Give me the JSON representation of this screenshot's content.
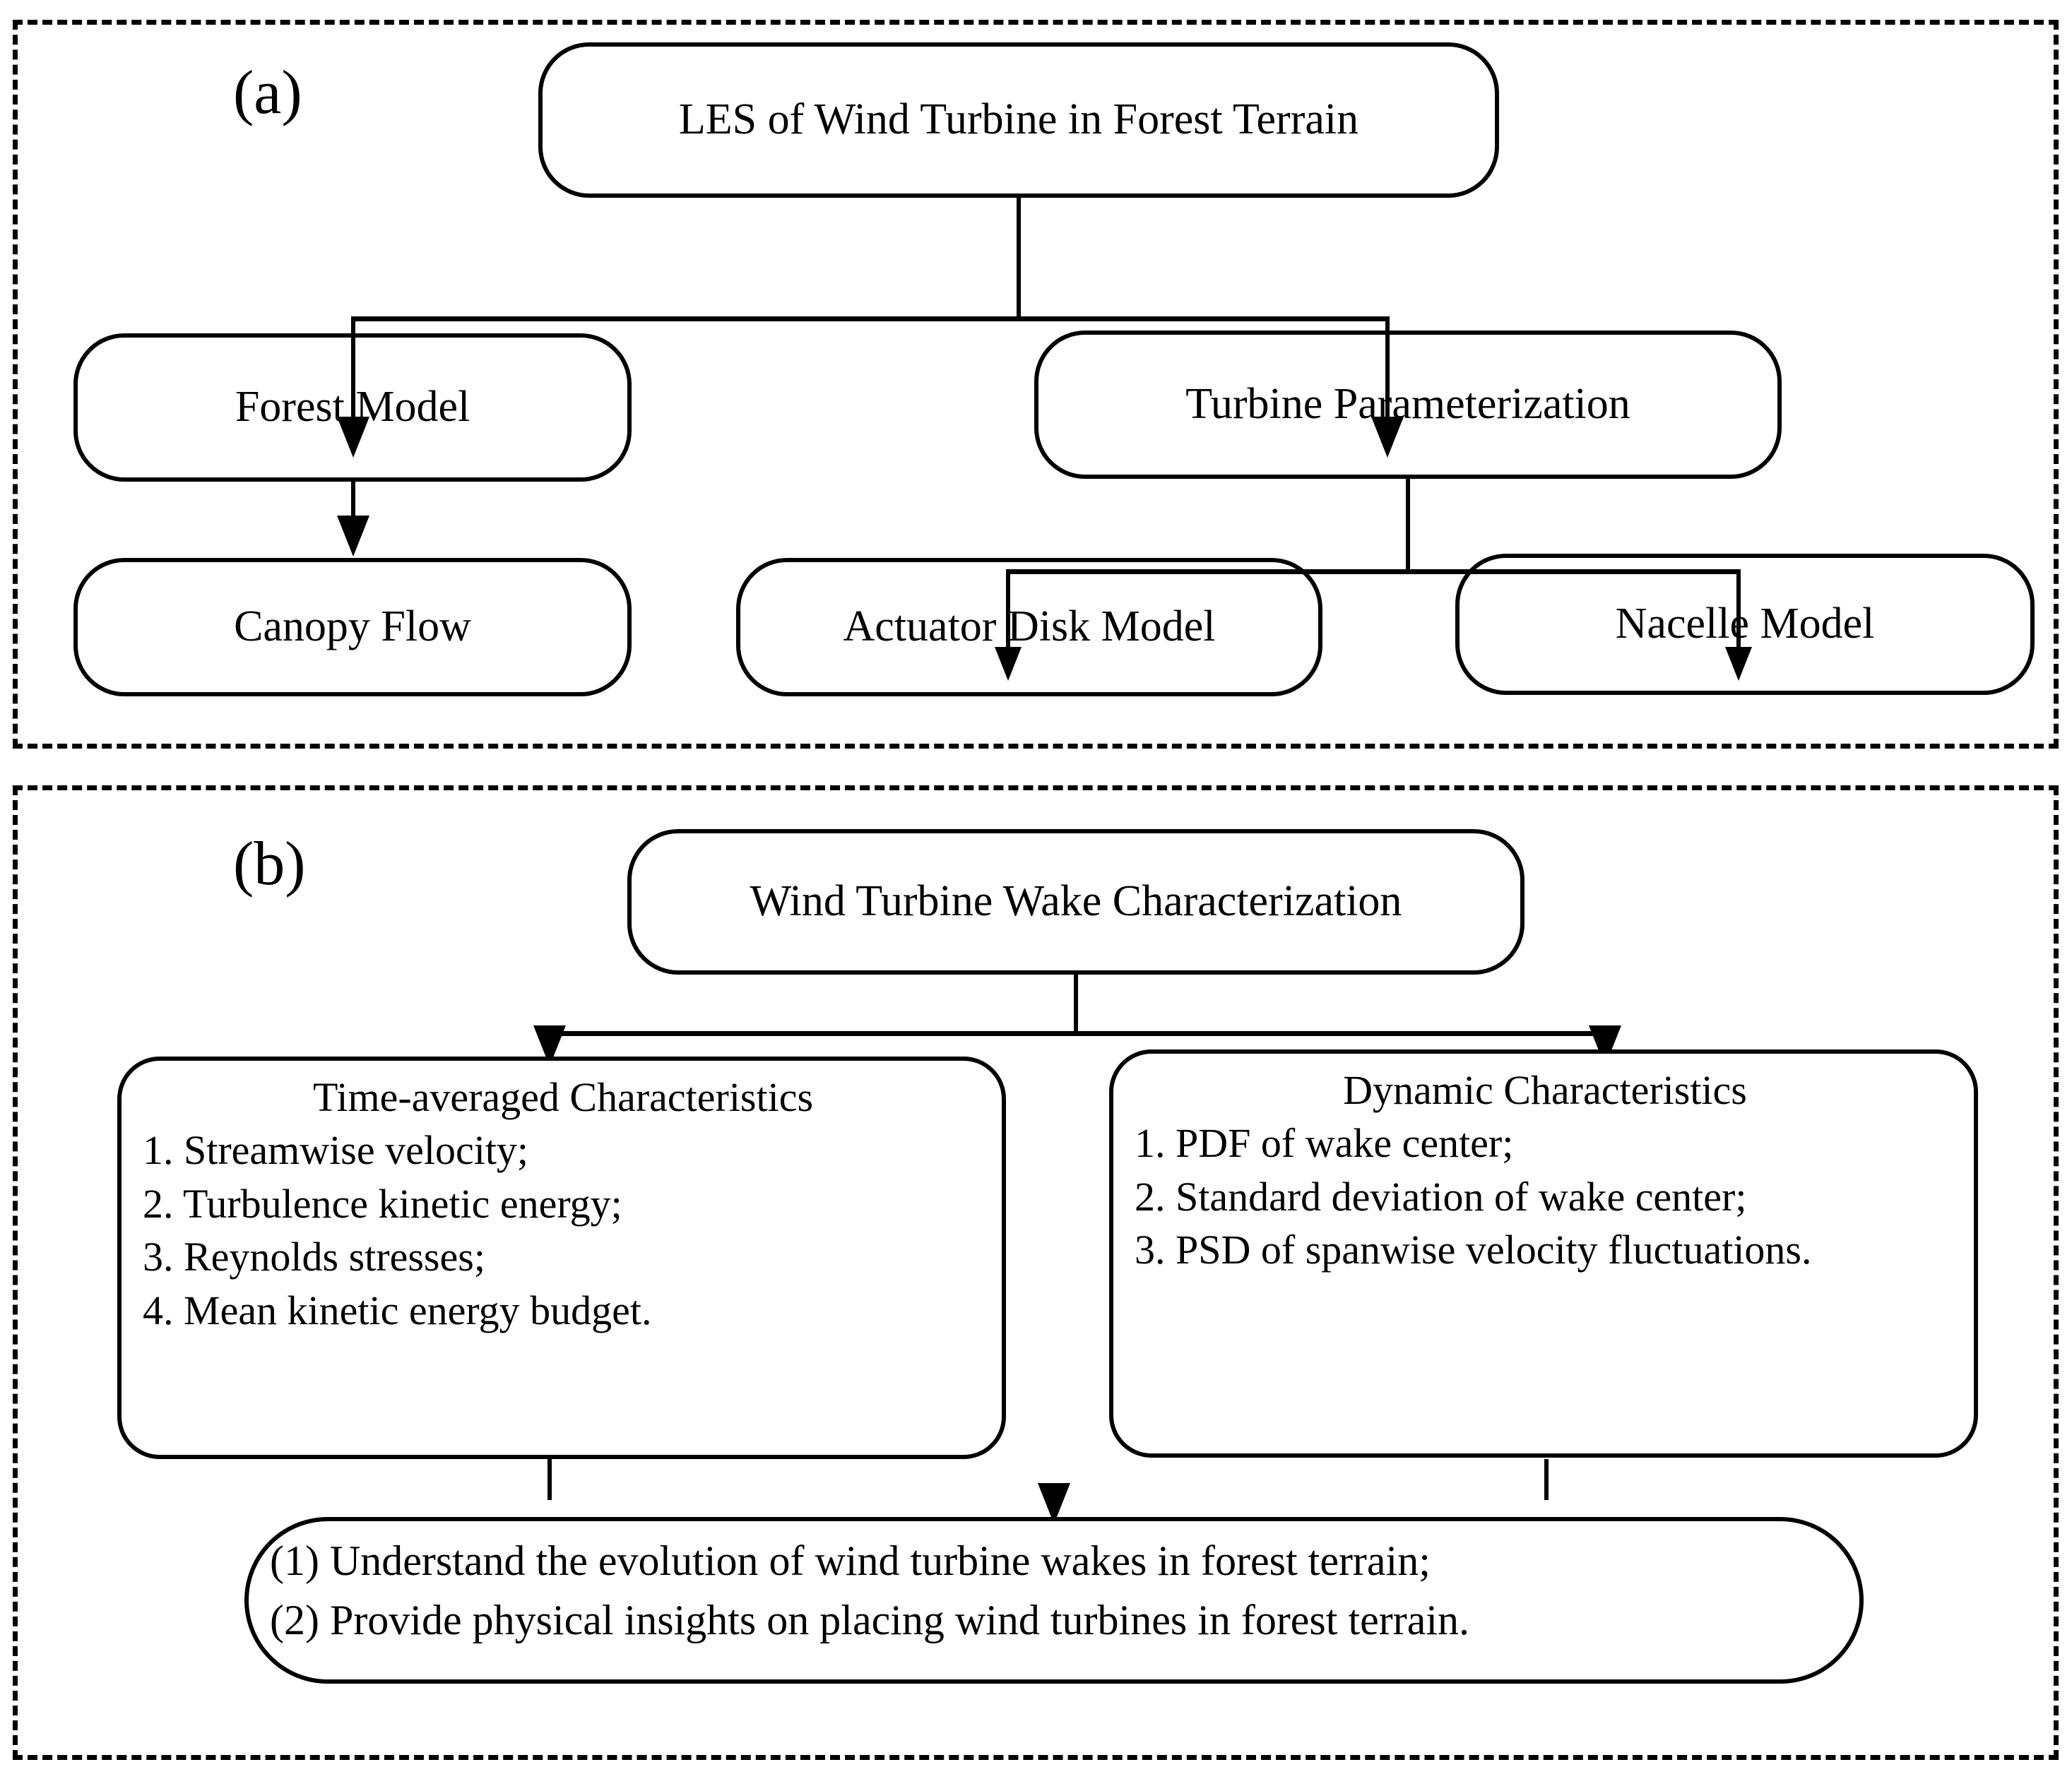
{
  "figure": {
    "type": "flowchart",
    "panels": [
      {
        "id": "a",
        "label": "(a)",
        "root": "LES of Wind Turbine in Forest Terrain",
        "nodes": {
          "les": "LES of Wind Turbine in Forest Terrain",
          "forest_model": "Forest Model",
          "turbine_param": "Turbine Parameterization",
          "canopy_flow": "Canopy Flow",
          "actuator_disk": "Actuator Disk Model",
          "nacelle": "Nacelle Model"
        },
        "edges": [
          [
            "les",
            "forest_model"
          ],
          [
            "les",
            "turbine_param"
          ],
          [
            "forest_model",
            "canopy_flow"
          ],
          [
            "turbine_param",
            "actuator_disk"
          ],
          [
            "turbine_param",
            "nacelle"
          ]
        ]
      },
      {
        "id": "b",
        "label": "(b)",
        "root": "Wind Turbine Wake Characterization",
        "nodes": {
          "wake": "Wind Turbine Wake Characterization",
          "time_averaged": {
            "heading": "Time-averaged Characteristics",
            "items": [
              "1. Streamwise velocity;",
              "2. Turbulence kinetic energy;",
              "3. Reynolds stresses;",
              "4. Mean kinetic energy budget."
            ]
          },
          "dynamic": {
            "heading": "Dynamic Characteristics",
            "items": [
              "1. PDF of wake center;",
              "2. Standard deviation of wake center;",
              "3. PSD of spanwise  velocity fluctuations."
            ]
          },
          "conclusions": {
            "items": [
              "(1) Understand the evolution of wind turbine wakes in forest terrain;",
              "(2) Provide physical insights on placing wind turbines in  forest terrain."
            ]
          }
        },
        "edges": [
          [
            "wake",
            "time_averaged"
          ],
          [
            "wake",
            "dynamic"
          ],
          [
            "time_averaged",
            "conclusions"
          ],
          [
            "dynamic",
            "conclusions"
          ]
        ]
      }
    ],
    "style": {
      "stroke_color": "#000000",
      "background_color": "#ffffff",
      "panel_border": "dashed",
      "node_shape": "rounded-rectangle"
    }
  }
}
